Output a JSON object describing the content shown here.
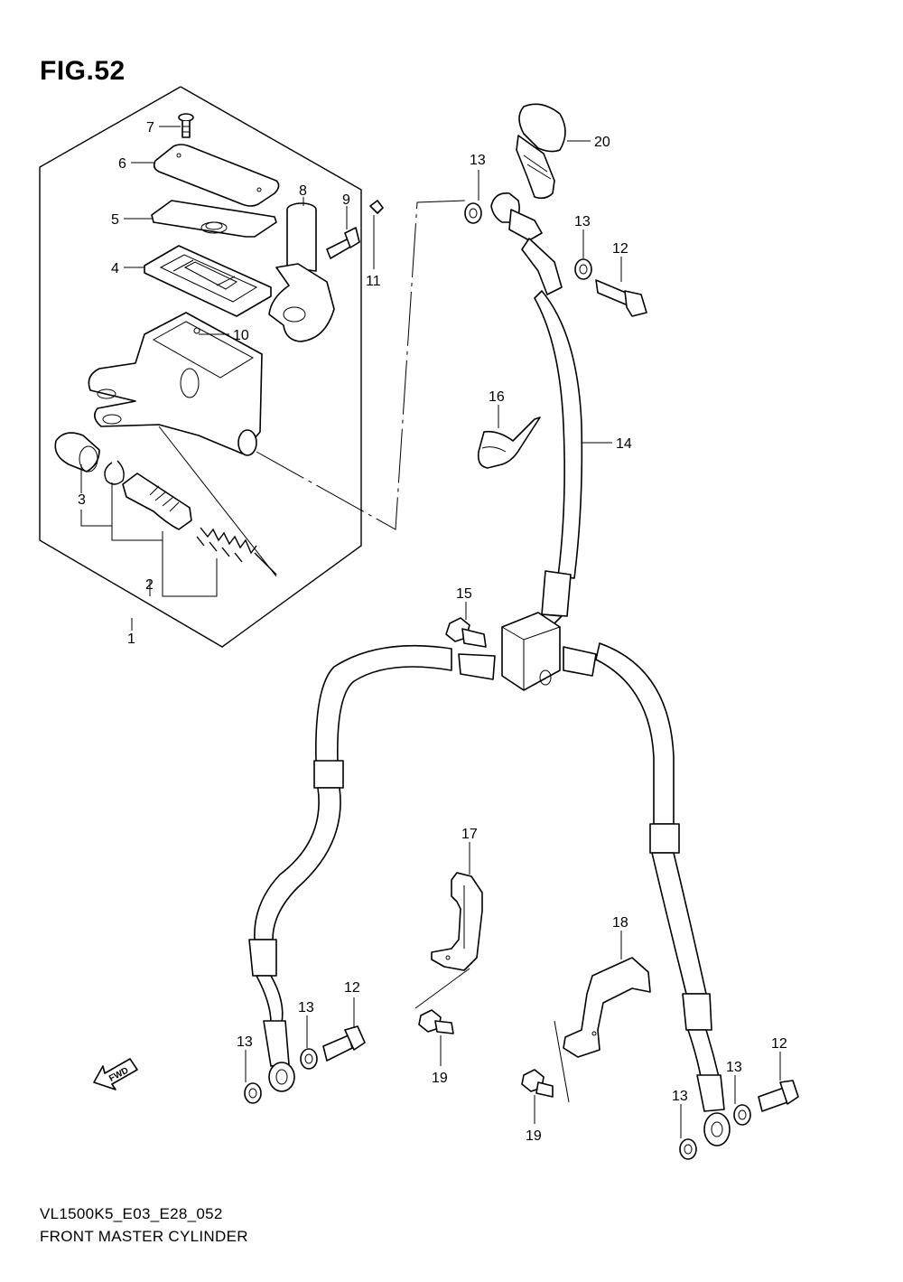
{
  "figure": {
    "title": "FIG.52",
    "model_code": "VL1500K5_E03_E28_052",
    "name": "FRONT MASTER CYLINDER"
  },
  "callouts": {
    "c1": "1",
    "c2": "2",
    "c3": "3",
    "c4": "4",
    "c5": "5",
    "c6": "6",
    "c7": "7",
    "c8": "8",
    "c9": "9",
    "c10": "10",
    "c11": "11",
    "c12a": "12",
    "c12b": "12",
    "c12c": "12",
    "c13a": "13",
    "c13b": "13",
    "c13c": "13",
    "c13d": "13",
    "c13e": "13",
    "c13f": "13",
    "c14": "14",
    "c15": "15",
    "c16": "16",
    "c17": "17",
    "c18": "18",
    "c19a": "19",
    "c19b": "19",
    "c20": "20"
  },
  "fwd_label": "FWD"
}
